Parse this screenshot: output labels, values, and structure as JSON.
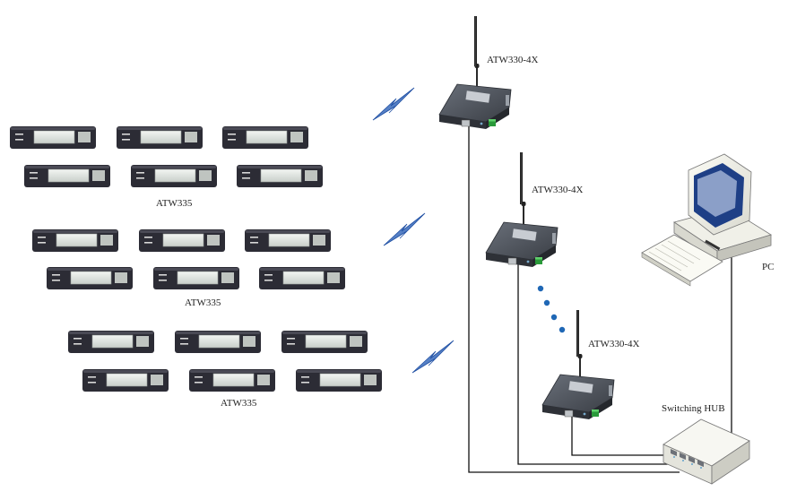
{
  "labels": {
    "tag_group_1": "ATW335",
    "tag_group_2": "ATW335",
    "tag_group_3": "ATW335",
    "gateway_1": "ATW330-4X",
    "gateway_2": "ATW330-4X",
    "gateway_3": "ATW330-4X",
    "pc": "PC",
    "hub": "Switching HUB"
  },
  "icons": {
    "tag_device": "esl-tag-icon",
    "gateway": "wireless-gateway-icon",
    "wireless": "lightning-bolt-icon",
    "pc": "desktop-computer-icon",
    "hub": "switching-hub-icon"
  },
  "colors": {
    "tag_body": "#2c2c35",
    "tag_screen": "#dfe4e0",
    "gateway_body": "#3d4148",
    "bolt": "#2f5fb3",
    "dots": "#1f67b5",
    "wire": "#111111"
  }
}
